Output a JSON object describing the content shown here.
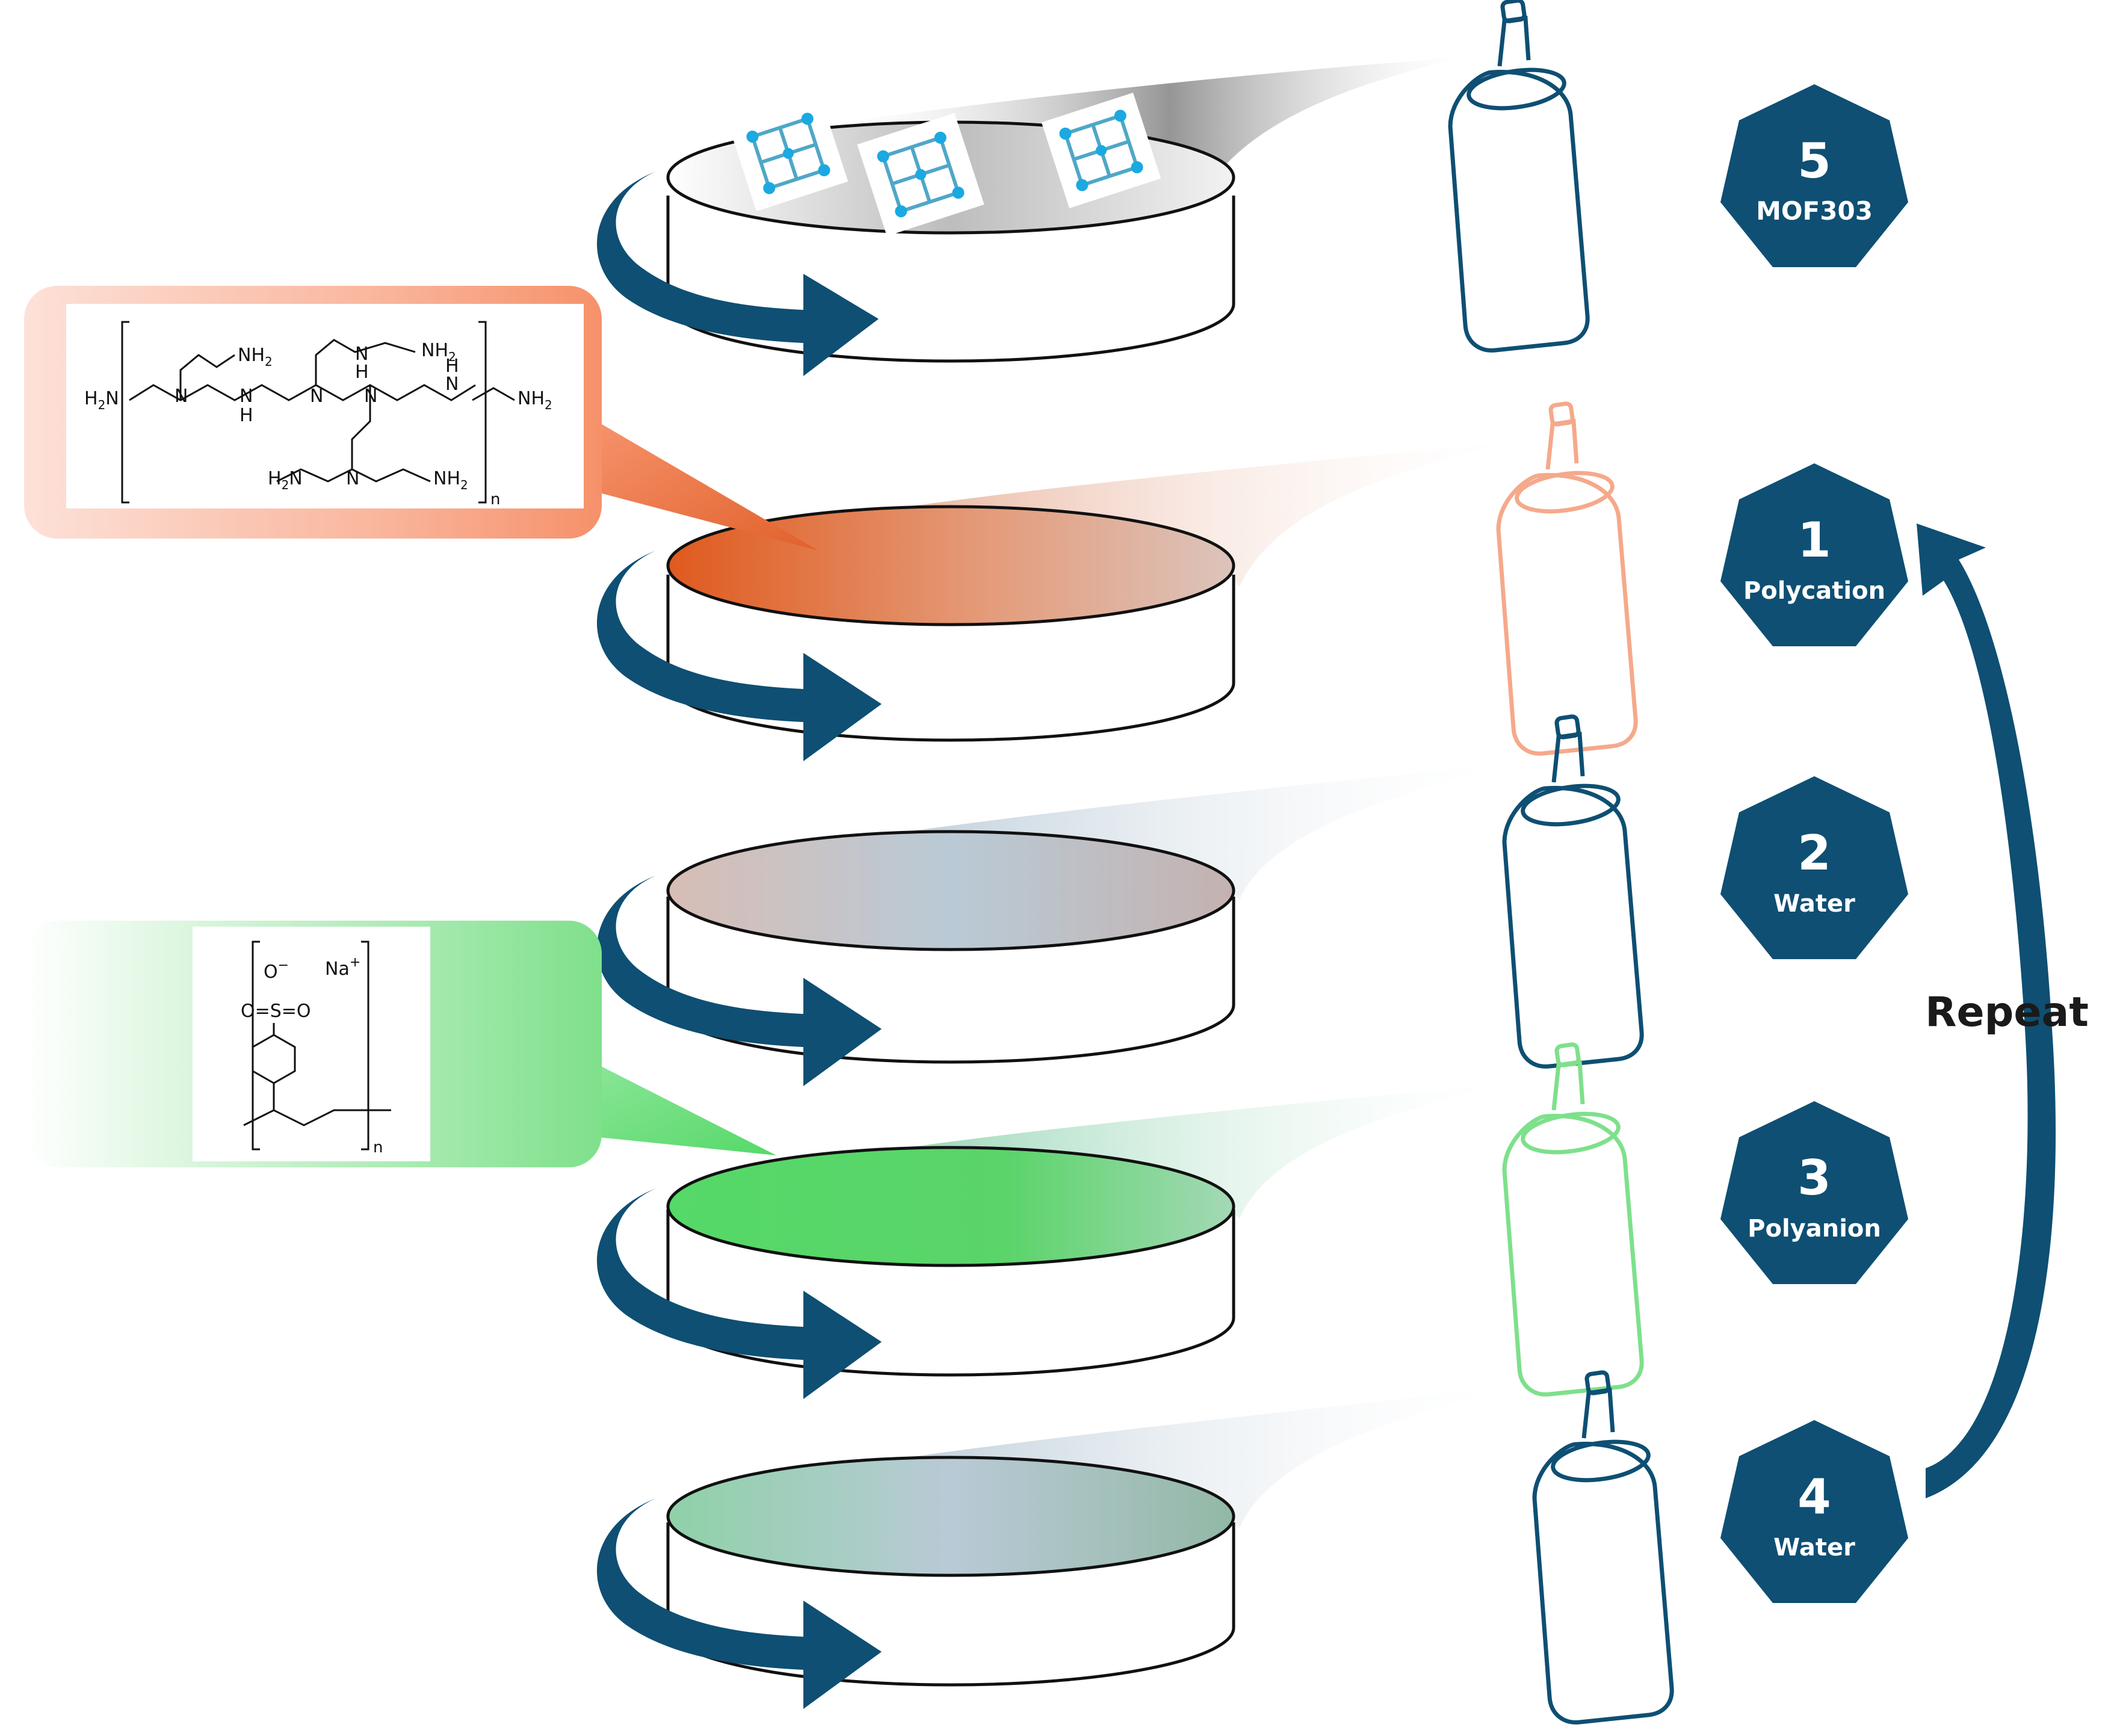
{
  "title": "",
  "steps": [
    {
      "number": "5",
      "label": "MOF303"
    },
    {
      "number": "1",
      "label": "Polycation"
    },
    {
      "number": "2",
      "label": "Water"
    },
    {
      "number": "3",
      "label": "Polyanion"
    },
    {
      "number": "4",
      "label": "Water"
    }
  ],
  "repeat_label": "Repeat",
  "pei_structure": {
    "nh2_a": "NH",
    "sub2": "2",
    "h2n": "H",
    "n": "N",
    "h": "H",
    "repeat_n": "n"
  },
  "pss_structure": {
    "o_minus": "O",
    "minus": "−",
    "na": "Na",
    "plus": "+",
    "so_line": "O=S=O",
    "repeat_n": "n"
  },
  "colors": {
    "navy": "#0e4f73",
    "polycation": "#e05a1e",
    "polycation_light": "#f6b39a",
    "polyanion": "#5cd76b",
    "polyanion_light": "#b8ecbd",
    "water": "#b8c8d6",
    "mof_grey": "#9a9a9a"
  },
  "icons": [
    "spray-can-icon",
    "rotation-arrow-icon",
    "heptagon-badge-icon",
    "mof-crystal-icon"
  ]
}
